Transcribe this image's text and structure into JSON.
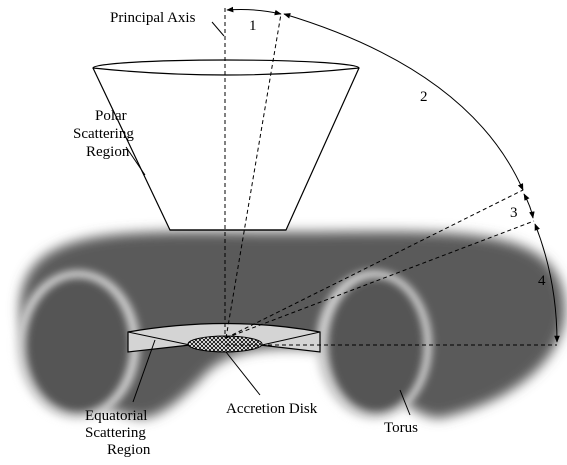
{
  "labels": {
    "principal_axis": "Principal Axis",
    "polar_line1": "Polar",
    "polar_line2": "Scattering",
    "polar_line3": "Region",
    "eq_line1": "Equatorial",
    "eq_line2": "Scattering",
    "eq_line3": "Region",
    "accretion_disk": "Accretion Disk",
    "torus": "Torus"
  },
  "angles": {
    "a1": "1",
    "a2": "2",
    "a3": "3",
    "a4": "4"
  },
  "colors": {
    "torus_fill": "#555555",
    "torus_edge": "#bdbdbd",
    "equatorial_fill": "#d4d4d4",
    "line": "#000000"
  }
}
